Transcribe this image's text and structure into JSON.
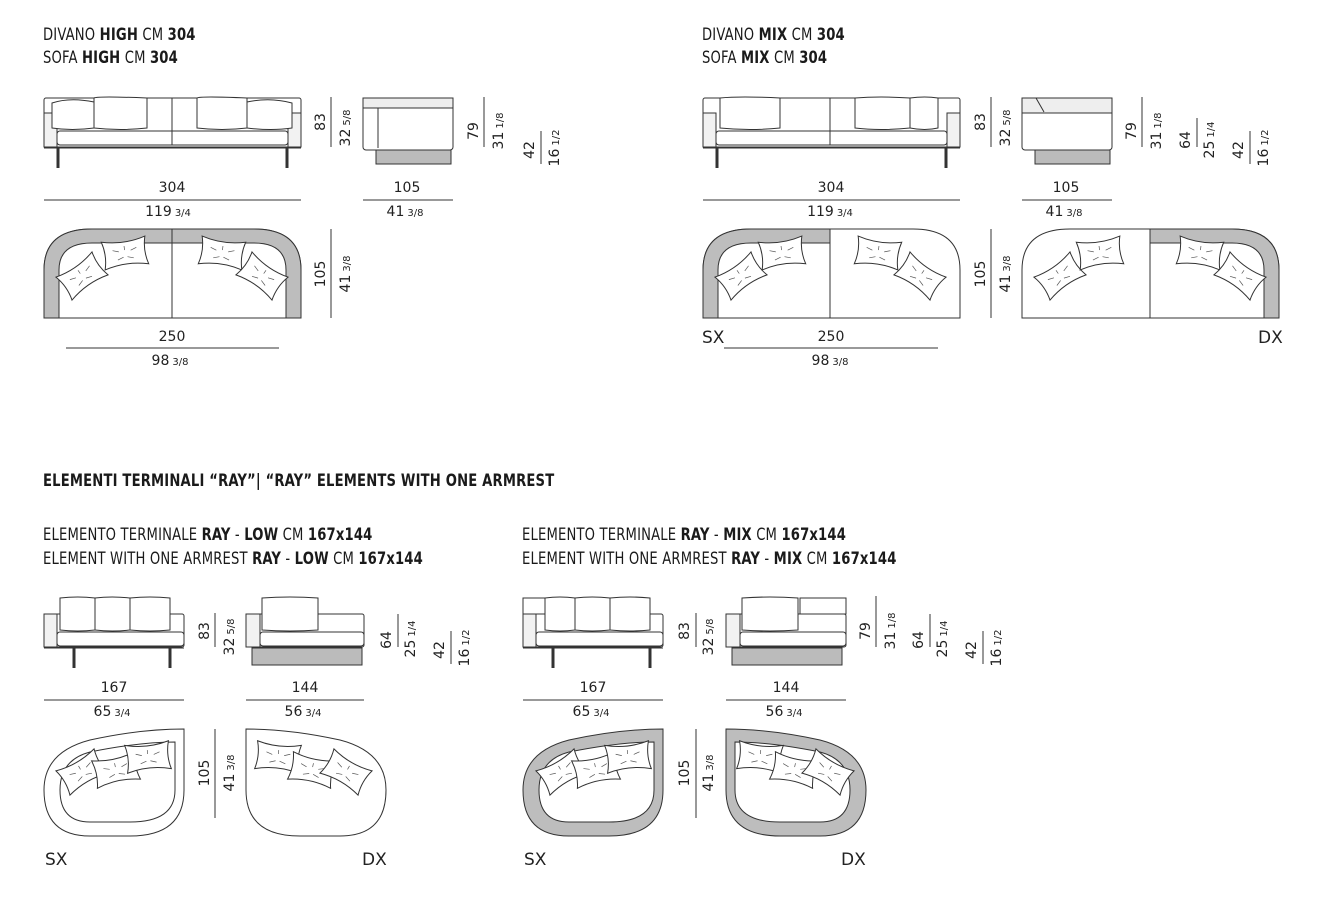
{
  "sofa_high": {
    "line1": {
      "pre": "DIVANO ",
      "b1": "HIGH",
      "mid": " CM ",
      "b2": "304"
    },
    "line2": {
      "pre": "SOFA ",
      "b1": "HIGH",
      "mid": " CM ",
      "b2": "304"
    },
    "dims": {
      "width_cm": "304",
      "width_in": "119",
      "width_in_frac": "3/4",
      "depth_cm": "105",
      "depth_in": "41",
      "depth_in_frac": "3/8",
      "height_cm": "83",
      "height_in": "32",
      "height_in_frac": "5/8",
      "side_h_cm": "79",
      "side_h_in": "31",
      "side_h_in_frac": "1/8",
      "seat_cm": "42",
      "seat_in": "16",
      "seat_in_frac": "1/2",
      "plan_w_cm": "250",
      "plan_w_in": "98",
      "plan_w_in_frac": "3/8",
      "plan_d_cm": "105",
      "plan_d_in": "41",
      "plan_d_in_frac": "3/8"
    }
  },
  "sofa_mix": {
    "line1": {
      "pre": "DIVANO ",
      "b1": "MIX",
      "mid": " CM ",
      "b2": "304"
    },
    "line2": {
      "pre": "SOFA ",
      "b1": "MIX",
      "mid": " CM ",
      "b2": "304"
    },
    "dims": {
      "width_cm": "304",
      "width_in": "119",
      "width_in_frac": "3/4",
      "depth_cm": "105",
      "depth_in": "41",
      "depth_in_frac": "3/8",
      "height_cm": "83",
      "height_in": "32",
      "height_in_frac": "5/8",
      "side_h_cm": "79",
      "side_h_in": "31",
      "side_h_in_frac": "1/8",
      "back_cm": "64",
      "back_in": "25",
      "back_in_frac": "1/4",
      "seat_cm": "42",
      "seat_in": "16",
      "seat_in_frac": "1/2",
      "plan_w_cm": "250",
      "plan_w_in": "98",
      "plan_w_in_frac": "3/8",
      "plan_d_cm": "105",
      "plan_d_in": "41",
      "plan_d_in_frac": "3/8"
    },
    "sx": "SX",
    "dx": "DX"
  },
  "section_title": "ELEMENTI TERMINALI “RAY”|  “RAY” ELEMENTS WITH ONE ARMREST",
  "ray_low": {
    "line1": {
      "pre": "ELEMENTO TERMINALE ",
      "b1": "RAY",
      "mid1": " - ",
      "b2": "LOW",
      "mid2": " CM ",
      "b3": "167x144"
    },
    "line2": {
      "pre": "ELEMENT WITH ONE ARMREST ",
      "b1": "RAY",
      "mid1": " - ",
      "b2": "LOW",
      "mid2": " CM ",
      "b3": "167x144"
    },
    "dims": {
      "w1_cm": "167",
      "w1_in": "65",
      "w1_in_frac": "3/4",
      "w2_cm": "144",
      "w2_in": "56",
      "w2_in_frac": "3/4",
      "height_cm": "83",
      "height_in": "32",
      "height_in_frac": "5/8",
      "back_cm": "64",
      "back_in": "25",
      "back_in_frac": "1/4",
      "seat_cm": "42",
      "seat_in": "16",
      "seat_in_frac": "1/2",
      "plan_d_cm": "105",
      "plan_d_in": "41",
      "plan_d_in_frac": "3/8"
    },
    "sx": "SX",
    "dx": "DX"
  },
  "ray_mix": {
    "line1": {
      "pre": "ELEMENTO TERMINALE ",
      "b1": "RAY",
      "mid1": " - ",
      "b2": "MIX",
      "mid2": " CM ",
      "b3": "167x144"
    },
    "line2": {
      "pre": "ELEMENT WITH ONE ARMREST ",
      "b1": "RAY",
      "mid1": " - ",
      "b2": "MIX",
      "mid2": " CM ",
      "b3": "167x144"
    },
    "dims": {
      "w1_cm": "167",
      "w1_in": "65",
      "w1_in_frac": "3/4",
      "w2_cm": "144",
      "w2_in": "56",
      "w2_in_frac": "3/4",
      "height_cm": "83",
      "height_in": "32",
      "height_in_frac": "5/8",
      "side_h_cm": "79",
      "side_h_in": "31",
      "side_h_in_frac": "1/8",
      "back_cm": "64",
      "back_in": "25",
      "back_in_frac": "1/4",
      "seat_cm": "42",
      "seat_in": "16",
      "seat_in_frac": "1/2",
      "plan_d_cm": "105",
      "plan_d_in": "41",
      "plan_d_in_frac": "3/8"
    },
    "sx": "SX",
    "dx": "DX"
  }
}
